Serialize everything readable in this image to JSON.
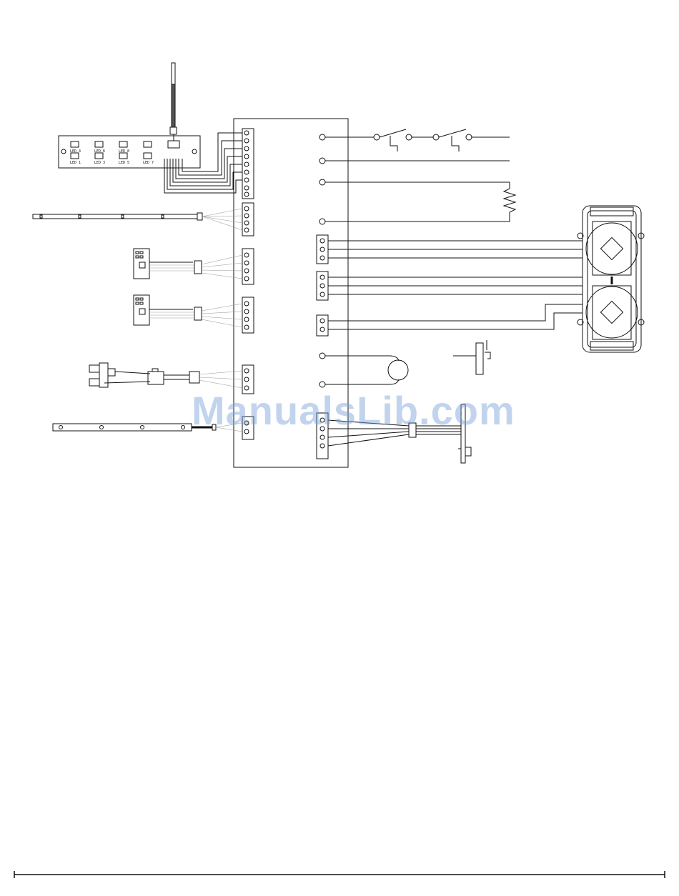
{
  "watermark": {
    "text": "ManualsLib.com",
    "color": "#78a0d7"
  },
  "diagram": {
    "description_colors": {
      "line": "#111111",
      "faint": "#999999"
    },
    "components": {
      "display_board_keys": [
        "LED 4",
        "LED 6",
        "LED 8",
        "",
        "LED 1",
        "LED 3",
        "LED 5",
        "LED 7"
      ]
    }
  }
}
